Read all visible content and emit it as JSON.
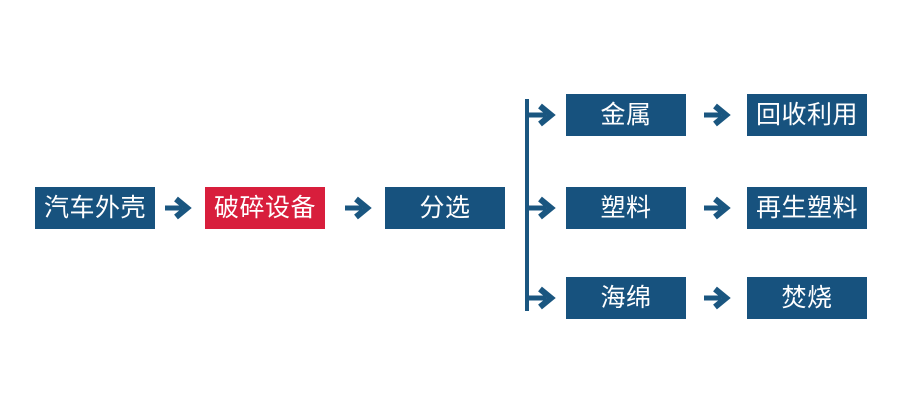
{
  "colors": {
    "background": "#FFFFFF",
    "box_blue": "#17527E",
    "box_red": "#D81E3C",
    "arrow_blue": "#1A5680",
    "text": "#FFFFFF"
  },
  "flow": {
    "main_sequence": [
      {
        "label": "汽车外壳",
        "highlight": false
      },
      {
        "label": "破碎设备",
        "highlight": true
      },
      {
        "label": "分选",
        "highlight": false
      }
    ],
    "branches": [
      {
        "material": "金属",
        "outcome": "回收利用"
      },
      {
        "material": "塑料",
        "outcome": "再生塑料"
      },
      {
        "material": "海绵",
        "outcome": "焚烧"
      }
    ]
  }
}
